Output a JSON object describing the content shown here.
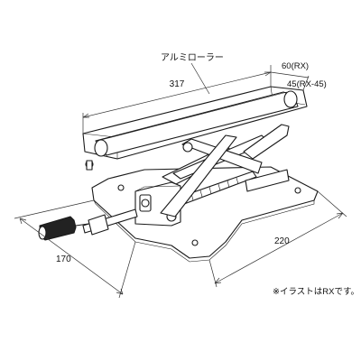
{
  "labels": {
    "roller": "アルミローラー",
    "length": "317",
    "width_rx": "60(RX)",
    "width_rx45": "45(RX-45)",
    "base_length": "220",
    "base_depth": "170",
    "note": "※イラストはRXです。"
  }
}
